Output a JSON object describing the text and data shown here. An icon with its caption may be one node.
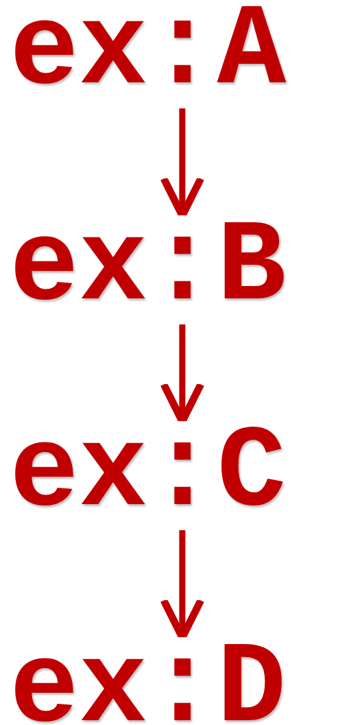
{
  "diagram": {
    "nodes": [
      {
        "text": [
          "ex:A"
        ]
      },
      {
        "text": [
          "ex:B"
        ]
      },
      {
        "text": [
          "ex:C"
        ]
      },
      {
        "text": [
          "ex:D"
        ]
      }
    ],
    "edges": [
      {
        "from": 0,
        "to": 1,
        "arrow": "to"
      },
      {
        "from": 1,
        "to": 2,
        "arrow": "to"
      },
      {
        "from": 2,
        "to": 3,
        "arrow": "to"
      }
    ]
  }
}
